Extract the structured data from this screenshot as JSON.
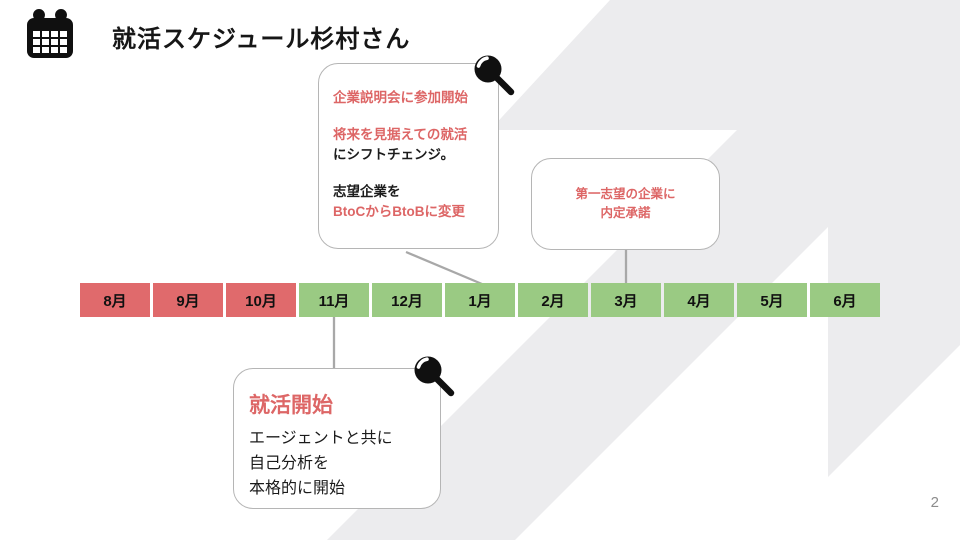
{
  "header": {
    "title": "就活スケジュール杉村さん"
  },
  "icons": {
    "calendar": "calendar-icon",
    "magnifier": "magnifier-icon"
  },
  "colors": {
    "month_red": "#e06a6c",
    "month_green": "#9aca83",
    "accent_red_text": "#dd6666",
    "background_arrow_gray": "#ececee",
    "connector_gray": "#a8a8a8"
  },
  "callout_shift": {
    "line1": "企業説明会に参加開始",
    "line2": "将来を見据えての就活",
    "line3": "にシフトチェンジ。",
    "line4": "志望企業を",
    "line5": "BtoCからBtoBに変更"
  },
  "callout_offer": {
    "line1": "第一志望の企業に",
    "line2": "内定承諾"
  },
  "callout_start": {
    "heading": "就活開始",
    "line1": "エージェントと共に",
    "line2": "自己分析を",
    "line3": "本格的に開始"
  },
  "timeline": {
    "months": [
      {
        "label": "8月",
        "phase": "red"
      },
      {
        "label": "9月",
        "phase": "red"
      },
      {
        "label": "10月",
        "phase": "red"
      },
      {
        "label": "11月",
        "phase": "green"
      },
      {
        "label": "12月",
        "phase": "green"
      },
      {
        "label": "1月",
        "phase": "green"
      },
      {
        "label": "2月",
        "phase": "green"
      },
      {
        "label": "3月",
        "phase": "green"
      },
      {
        "label": "4月",
        "phase": "green"
      },
      {
        "label": "5月",
        "phase": "green"
      },
      {
        "label": "6月",
        "phase": "green"
      }
    ]
  },
  "page_number": "2"
}
